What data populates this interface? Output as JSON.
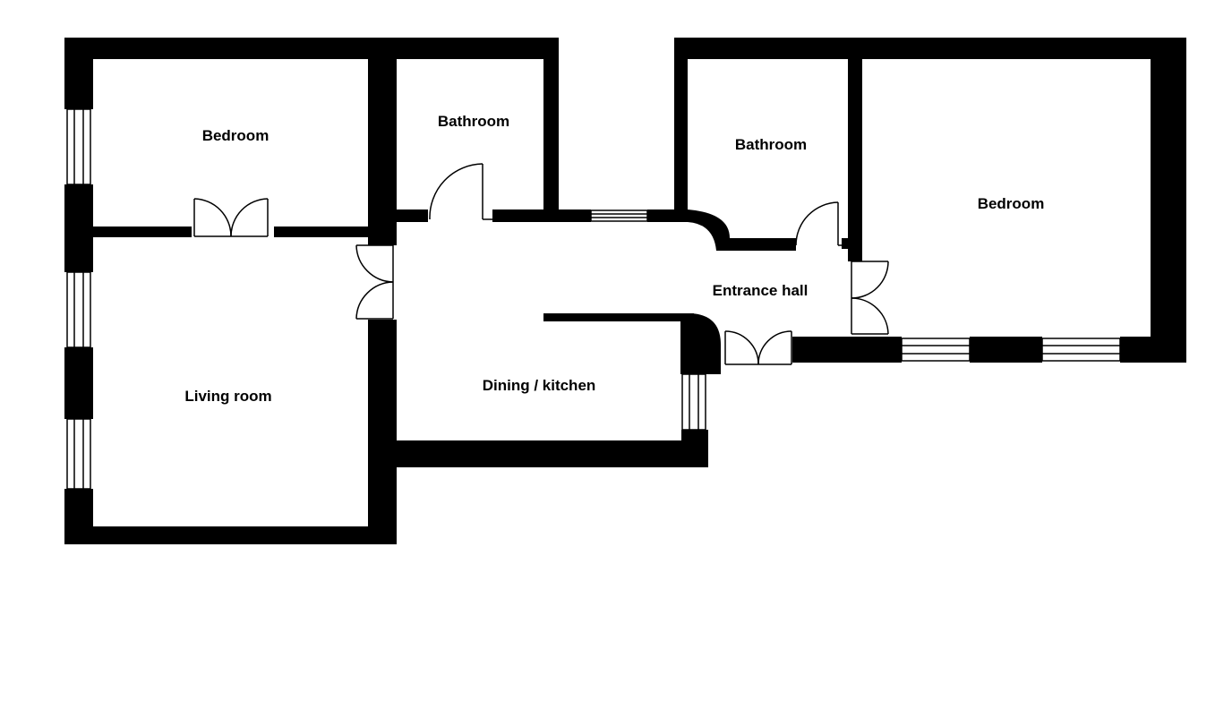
{
  "floor_plan": {
    "colors": {
      "wall": "#000000",
      "background": "#ffffff"
    },
    "rooms": [
      {
        "id": "bedroom-left",
        "label": "Bedroom"
      },
      {
        "id": "bathroom-left",
        "label": "Bathroom"
      },
      {
        "id": "bathroom-right",
        "label": "Bathroom"
      },
      {
        "id": "bedroom-right",
        "label": "Bedroom"
      },
      {
        "id": "entrance-hall",
        "label": "Entrance hall"
      },
      {
        "id": "living-room",
        "label": "Living room"
      },
      {
        "id": "dining-kitchen",
        "label": "Dining / kitchen"
      }
    ]
  }
}
